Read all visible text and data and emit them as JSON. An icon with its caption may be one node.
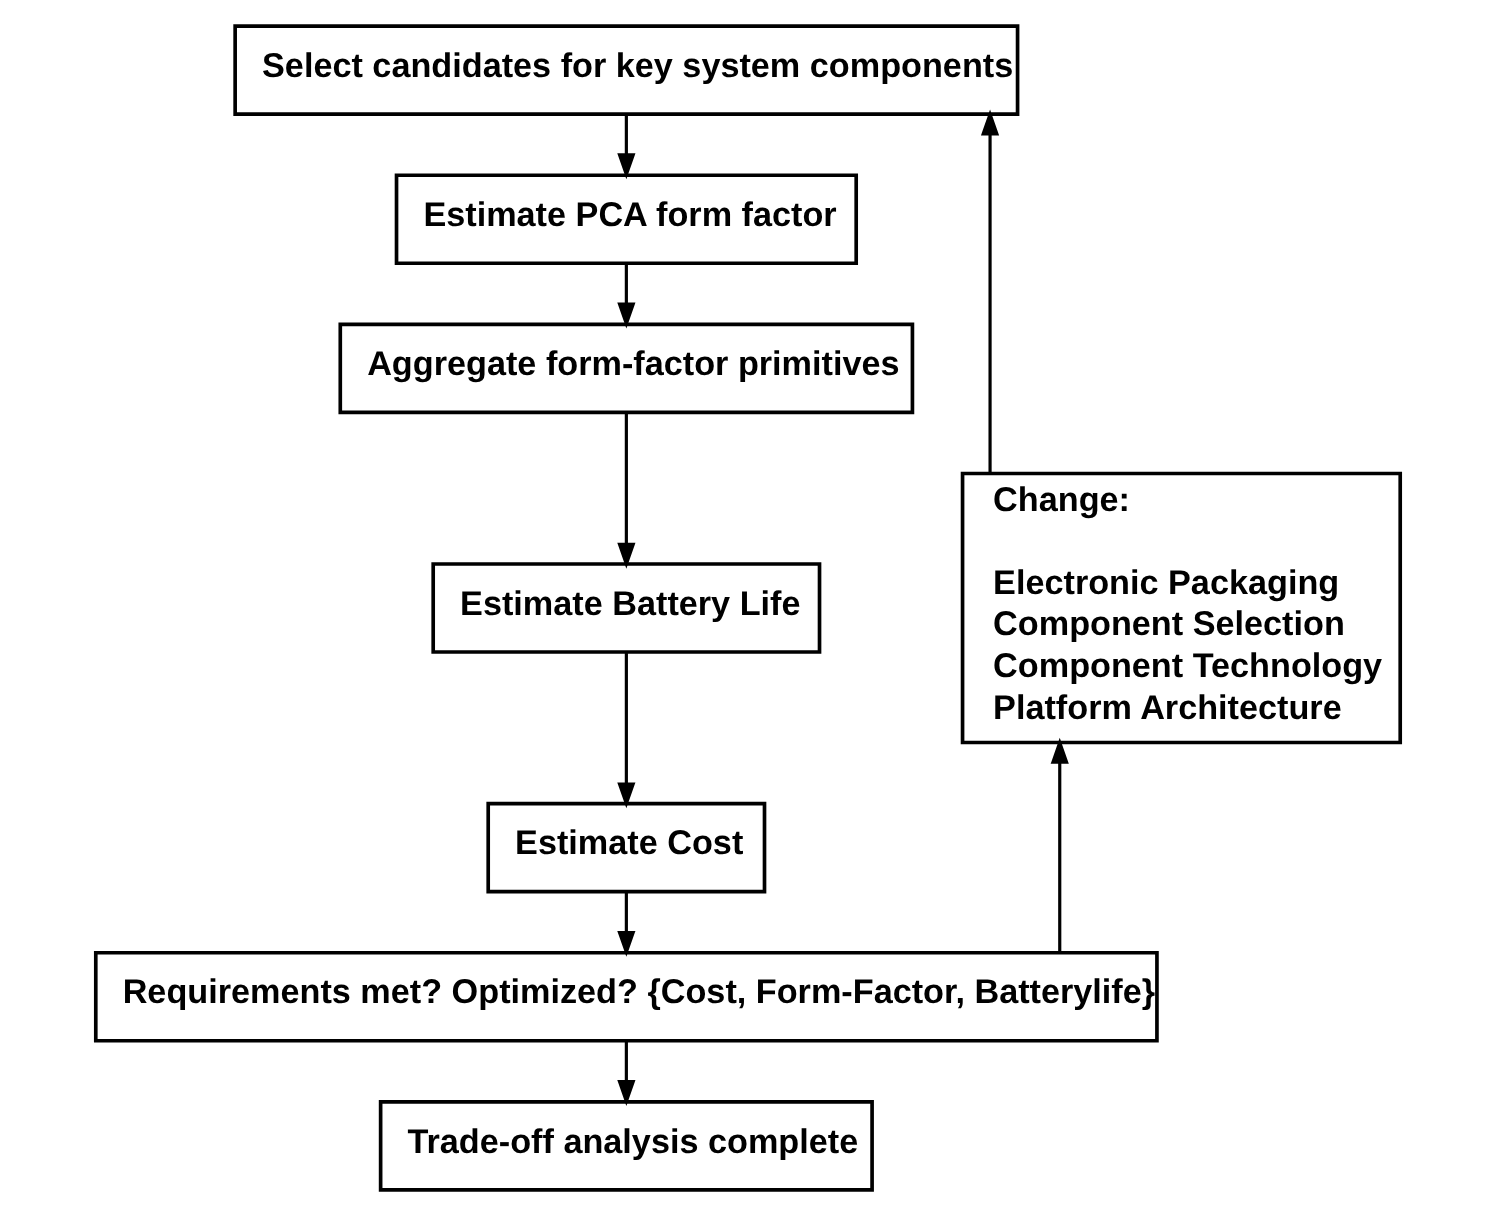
{
  "diagram": {
    "nodes": [
      {
        "text": [
          "Select candidates for key system components"
        ]
      },
      {
        "text": [
          "Estimate PCA form factor"
        ]
      },
      {
        "text": [
          "Aggregate form-factor primitives"
        ]
      },
      {
        "text": [
          "Estimate Battery Life"
        ]
      },
      {
        "text": [
          "Estimate Cost"
        ]
      },
      {
        "text": [
          "Requirements met? Optimized? {Cost, Form-Factor, Batterylife}"
        ]
      },
      {
        "text": [
          "Trade-off analysis complete"
        ]
      },
      {
        "text": [
          "Change:",
          "Electronic Packaging",
          "Component Selection",
          "Component Technology",
          "Platform Architecture"
        ]
      }
    ],
    "edges": [
      {
        "from": 0,
        "to": 1,
        "arrow": "to"
      },
      {
        "from": 1,
        "to": 2,
        "arrow": "to"
      },
      {
        "from": 2,
        "to": 3,
        "arrow": "to"
      },
      {
        "from": 3,
        "to": 4,
        "arrow": "to"
      },
      {
        "from": 4,
        "to": 5,
        "arrow": "to"
      },
      {
        "from": 5,
        "to": 6,
        "arrow": "to"
      },
      {
        "from": 5,
        "to": 7,
        "arrow": "to"
      },
      {
        "from": 7,
        "to": 0,
        "arrow": "to"
      }
    ]
  }
}
